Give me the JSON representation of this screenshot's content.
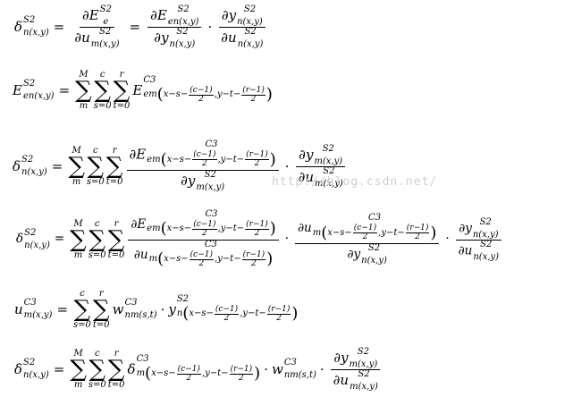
{
  "watermark": "http://blog.csdn.net/",
  "sym": {
    "delta": "δ",
    "E": "E",
    "u": "u",
    "y": "y",
    "w": "w",
    "partial": "∂",
    "sigma": "∑",
    "eq": "=",
    "cdot": "·",
    "M": "M",
    "m": "m",
    "c": "c",
    "r": "r",
    "s0": "s=0",
    "t0": "t=0"
  },
  "idx": {
    "nxy": "n(x,y)",
    "mxy": "m(x,y)",
    "enxy": "en(x,y)",
    "e": "e",
    "S2": "S2",
    "C3": "C3",
    "nm": "nm(s,t)",
    "em": "em",
    "m": "m",
    "n": "n",
    "xs": "x−s−",
    "yt": ",y−t−",
    "c1": "(c−1)",
    "r1": "(r−1)",
    "two": "2"
  }
}
